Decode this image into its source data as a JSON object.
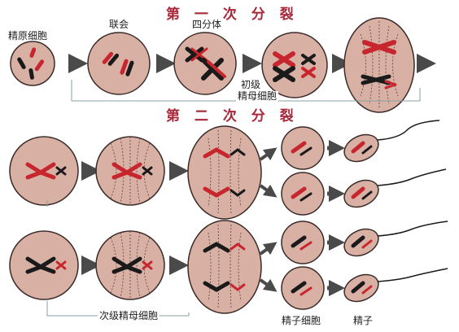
{
  "titles": {
    "first_division": "第 一 次 分 裂",
    "second_division": "第 二 次 分 裂"
  },
  "labels": {
    "spermatogonium": "精原细胞",
    "synapsis": "联会",
    "tetrad": "四分体",
    "primary_spermatocyte_line1": "初级",
    "primary_spermatocyte_line2": "精母细胞",
    "secondary_spermatocyte": "次级精母细胞",
    "spermatid": "精子细胞",
    "sperm": "精子"
  },
  "colors": {
    "cell_fill": "#d9b0a4",
    "cell_stroke": "#3a2a28",
    "chromosome_red": "#c8262e",
    "chromosome_black": "#1a1a1a",
    "arrow": "#4a4a4a",
    "title_red": "#a8283a",
    "line_gray": "#8aa0a0"
  }
}
